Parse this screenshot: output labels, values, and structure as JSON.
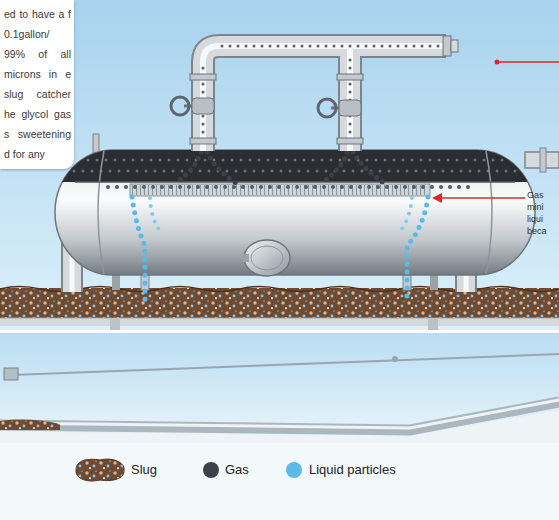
{
  "diagram": {
    "nodes": [
      {
        "text": [
          "ed to have a f 0.1gallon/ 99% of all microns in e slug catcher he glycol gas s sweetening d for any"
        ]
      }
    ],
    "labels": [
      "Gas mini liqui beca"
    ],
    "legend": [
      {
        "text": "Slug"
      },
      {
        "text": "Gas",
        "color": "#3d4249"
      },
      {
        "text": "Liquid particles",
        "color": "#5bbbe8"
      }
    ]
  }
}
